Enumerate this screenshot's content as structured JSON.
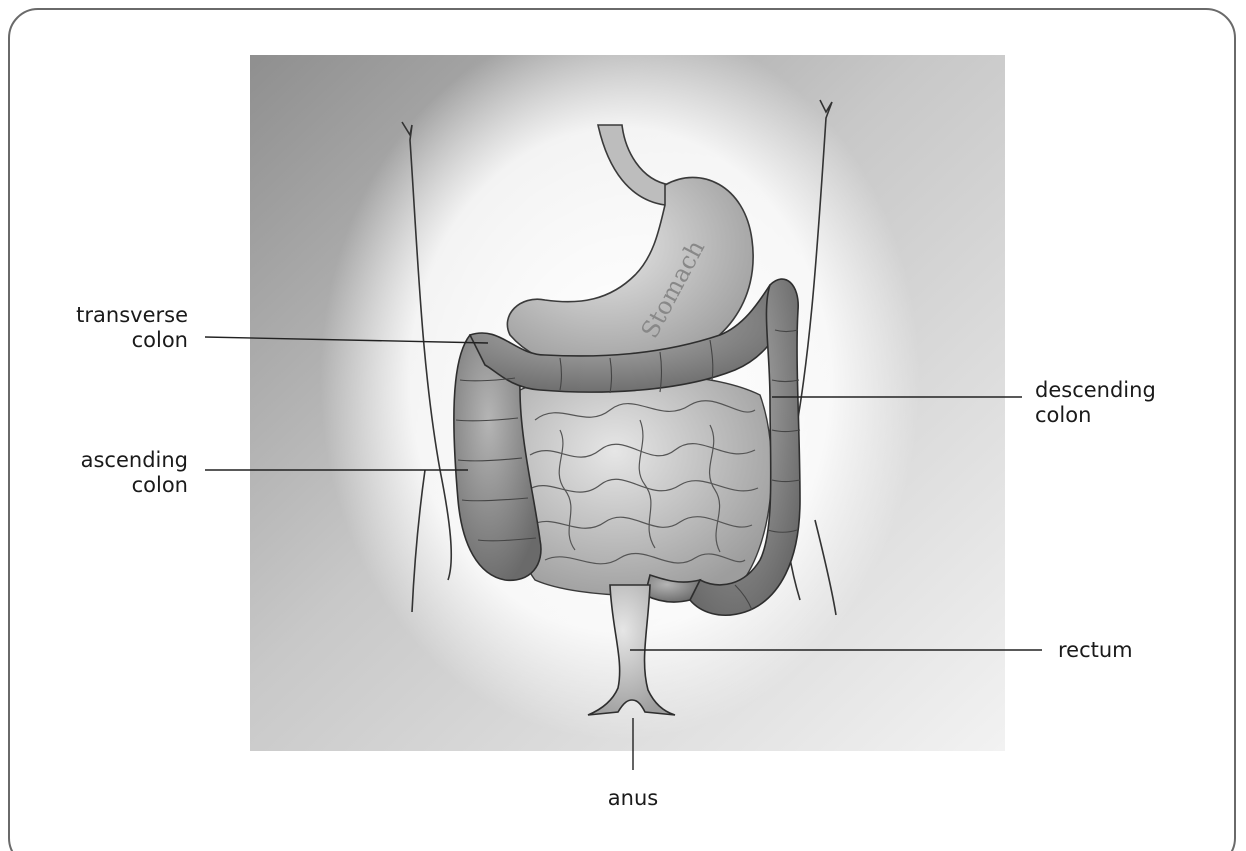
{
  "diagram": {
    "labels": {
      "transverse_colon": "transverse\ncolon",
      "ascending_colon": "ascending\ncolon",
      "descending_colon": "descending\ncolon",
      "rectum": "rectum",
      "anus": "anus"
    },
    "organ_text": {
      "stomach": "Stomach"
    },
    "colors": {
      "frame": "#6a6a6a",
      "backdrop_dark": "#9a9a9a",
      "backdrop_light": "#f4f4f4",
      "organ_fill": "#c9c9c9",
      "organ_stroke": "#3a3a3a",
      "leader_line": "#222222"
    }
  }
}
